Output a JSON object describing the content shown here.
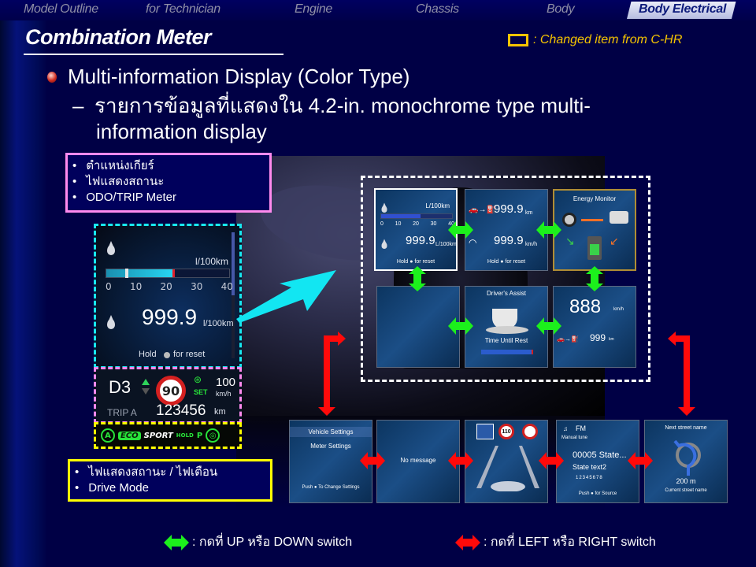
{
  "nav": {
    "items": [
      "Model Outline",
      "for Technician",
      "Engine",
      "Chassis",
      "Body"
    ],
    "active": "Body Electrical"
  },
  "page_title": "Combination Meter",
  "legend_changed": ": Changed item from C-HR",
  "heading": "Multi-information Display (Color Type)",
  "subheading": {
    "line1": "รายการข้อมูลที่แสดงใน 4.2-in. monochrome type multi-",
    "line2": "information display"
  },
  "callout_top": [
    "ตำแหน่งเกียร์",
    "ไฟแสดงสถานะ",
    "ODO/TRIP Meter"
  ],
  "callout_bottom": [
    "ไฟแสดงสถานะ / ไฟเตือน",
    "Drive Mode"
  ],
  "meter": {
    "unit_top": "l/100km",
    "scale": [
      "0",
      "10",
      "20",
      "30",
      "40"
    ],
    "fuel_bar_percent": 55,
    "value": "999.9",
    "unit": "l/100km",
    "hold": "Hold",
    "for_reset": "for reset",
    "gear": "D3",
    "speed_limit": "90",
    "set_label": "SET",
    "set_speed": "100",
    "set_unit": "km/h",
    "trip_label": "TRIP A",
    "odo": "123456",
    "odo_unit": "km",
    "indicators": [
      "A",
      "ECO",
      "SPORT",
      "HOLD",
      "P"
    ]
  },
  "screens": {
    "s1": {
      "unit": "L/100km",
      "scale": [
        "0",
        "10",
        "20",
        "30",
        "40"
      ],
      "value": "999.9",
      "unit2": "L/100km",
      "hold": "Hold",
      "reset": "for reset"
    },
    "s2": {
      "range": "999.9",
      "range_unit": "km",
      "speed": "999.9",
      "speed_unit": "km/h",
      "hold": "Hold",
      "reset": "for reset"
    },
    "s3": {
      "title": "Energy Monitor"
    },
    "s5": {
      "title": "Driver's Assist",
      "caption": "Time Until Rest"
    },
    "s6": {
      "speed": "888",
      "speed_unit": "km/h",
      "range": "999",
      "range_unit": "km"
    },
    "b1": {
      "item1": "Vehicle Settings",
      "item2": "Meter Settings",
      "push": "Push",
      "to_change": "To Change Settings"
    },
    "b2": {
      "msg": "No message"
    },
    "b3": {
      "limit": "110"
    },
    "b4": {
      "band": "FM",
      "mode": "Manual tune",
      "station": "00005 State...",
      "text2": "State text2",
      "presets": "12345678",
      "push": "Push",
      "for_source": "for Source"
    },
    "b5": {
      "next": "Next street name",
      "dist": "200 m",
      "current": "Current street name"
    }
  },
  "legend_green": ": กดที่ UP หรือ DOWN switch",
  "legend_red": ": กดที่ LEFT หรือ RIGHT switch",
  "colors": {
    "green_arrow": "#1cf01c",
    "red_arrow": "#ff0a0a",
    "cyan_arrow": "#12e6f2",
    "changed_item": "#f5c400"
  }
}
